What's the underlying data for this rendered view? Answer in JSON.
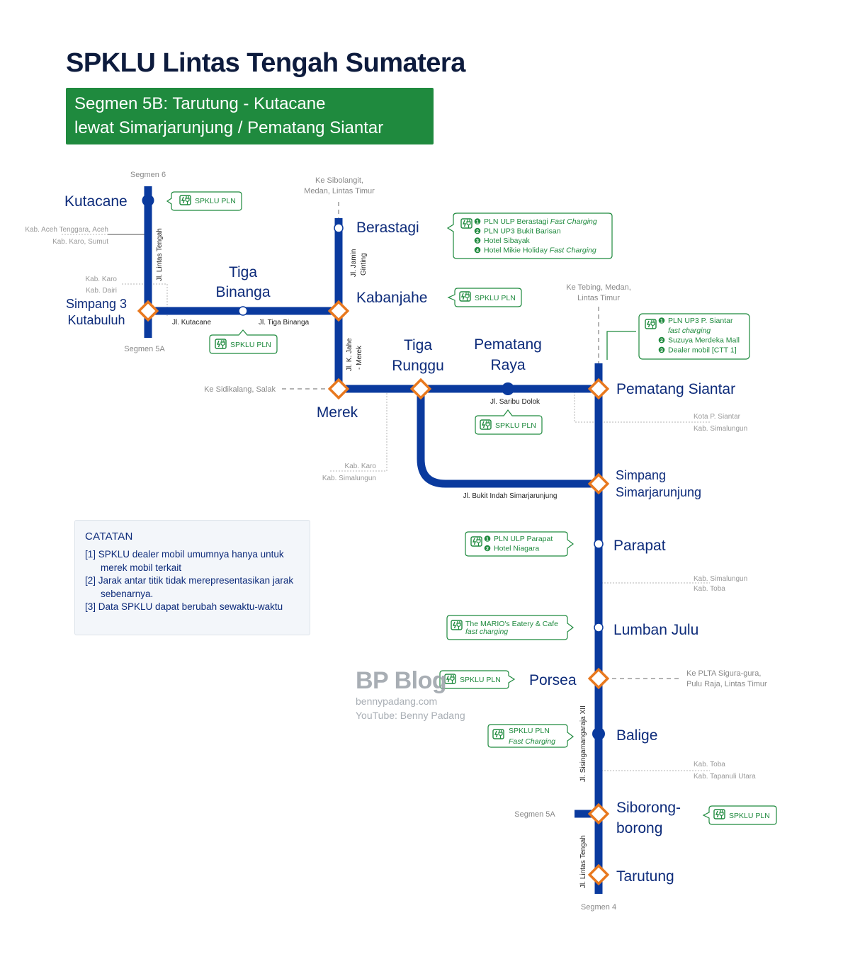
{
  "title": "SPKLU Lintas Tengah Sumatera",
  "subtitle": {
    "line1": "Segmen 5B: Tarutung - Kutacane",
    "line2": "lewat Simarjarunjung / Pematang Siantar"
  },
  "colors": {
    "route": "#0a3a9e",
    "junction": "#e8781e",
    "spklu": "#1f8a3e",
    "title": "#0d1b3d",
    "minor_text": "#888888"
  },
  "cities": {
    "kutacane": "Kutacane",
    "simpang3": [
      "Simpang 3",
      "Kutabuluh"
    ],
    "tiga_binanga": [
      "Tiga",
      "Binanga"
    ],
    "berastagi": "Berastagi",
    "kabanjahe": "Kabanjahe",
    "merek": "Merek",
    "tiga_runggu": [
      "Tiga",
      "Runggu"
    ],
    "pematang_raya": [
      "Pematang",
      "Raya"
    ],
    "pematang_siantar": "Pematang Siantar",
    "simpang_simarjarunjung": [
      "Simpang",
      "Simarjarunjung"
    ],
    "parapat": "Parapat",
    "lumban_julu": "Lumban Julu",
    "porsea": "Porsea",
    "balige": "Balige",
    "siborongborong": [
      "Siborong-",
      "borong"
    ],
    "tarutung": "Tarutung"
  },
  "roads": {
    "lintas_tengah_north": "Jl. Lintas Tengah",
    "kutacane": "Jl. Kutacane",
    "tiga_binanga": "Jl. Tiga Binanga",
    "jamin_ginting": [
      "Jl. Jamin",
      "Ginting"
    ],
    "k_jahe_merek": [
      "Jl. K. Jahe",
      "- Merek"
    ],
    "saribu_dolok": "Jl. Saribu Dolok",
    "bukit_indah": "Jl. Bukit Indah Simarjarunjung",
    "sisingamangaraja": "Jl. Sisingamangaraja XII",
    "lintas_tengah_south": "Jl. Lintas Tengah"
  },
  "segments": {
    "seg6": "Segmen 6",
    "seg5a_north": "Segmen 5A",
    "seg5a_south": "Segmen 5A",
    "seg4": "Segmen 4"
  },
  "directions": {
    "sibolangit": [
      "Ke Sibolangit,",
      "Medan, Lintas Timur"
    ],
    "tebing": [
      "Ke Tebing, Medan,",
      "Lintas Timur"
    ],
    "sidikalang": "Ke Sidikalang, Salak",
    "sigura": [
      "Ke PLTA Sigura-gura,",
      "Pulu Raja, Lintas Timur"
    ]
  },
  "borders": {
    "aceh_karo": [
      "Kab. Aceh Tenggara, Aceh",
      "Kab. Karo, Sumut"
    ],
    "karo_dairi": [
      "Kab. Karo",
      "Kab. Dairi"
    ],
    "karo_simalungun": [
      "Kab. Karo",
      "Kab. Simalungun"
    ],
    "siantar_simalungun": [
      "Kota P. Siantar",
      "Kab. Simalungun"
    ],
    "simalungun_toba": [
      "Kab. Simalungun",
      "Kab. Toba"
    ],
    "toba_taput": [
      "Kab. Toba",
      "Kab. Tapanuli Utara"
    ]
  },
  "spklu": {
    "kutacane": [
      "SPKLU PLN"
    ],
    "tiga_binanga": [
      "SPKLU PLN"
    ],
    "kabanjahe": [
      "SPKLU PLN"
    ],
    "pematang_raya": [
      "SPKLU PLN"
    ],
    "porsea": [
      "SPKLU PLN"
    ],
    "siborongborong": [
      "SPKLU PLN"
    ],
    "balige": [
      "SPKLU PLN",
      "Fast Charging"
    ],
    "lumban_julu": [
      "The MARIO's Eatery & Cafe",
      "fast charging"
    ],
    "parapat": [
      {
        "n": "1",
        "text": "PLN ULP Parapat"
      },
      {
        "n": "2",
        "text": "Hotel Niagara"
      }
    ],
    "berastagi": [
      {
        "n": "1",
        "text": "PLN ULP Berastagi",
        "em": "Fast Charging"
      },
      {
        "n": "2",
        "text": "PLN UP3 Bukit Barisan"
      },
      {
        "n": "3",
        "text": "Hotel Sibayak"
      },
      {
        "n": "4",
        "text": "Hotel Mikie Holiday",
        "em": "Fast Charging"
      }
    ],
    "siantar": [
      {
        "n": "1",
        "text": "PLN UP3 P. Siantar"
      },
      {
        "n": "",
        "text": "",
        "em": "fast charging"
      },
      {
        "n": "2",
        "text": "Suzuya Merdeka Mall"
      },
      {
        "n": "3",
        "text": "Dealer mobil [CTT 1]"
      }
    ]
  },
  "notes": {
    "heading": "CATATAN",
    "items": [
      "[1] SPKLU dealer mobil umumnya hanya untuk merek mobil terkait",
      "[2] Jarak antar titik tidak merepresentasikan jarak sebenarnya.",
      "[3] Data SPKLU dapat berubah sewaktu-waktu"
    ]
  },
  "watermark": {
    "name": "BP Blog",
    "site": "bennypadang.com",
    "youtube": "YouTube: Benny Padang"
  }
}
